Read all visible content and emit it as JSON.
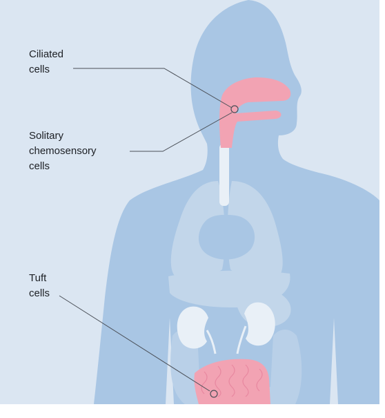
{
  "labels": {
    "ciliated": [
      "Ciliated",
      "cells"
    ],
    "solitary": [
      "Solitary",
      "chemosensory",
      "cells"
    ],
    "tuft": [
      "Tuft",
      "cells"
    ]
  },
  "colors": {
    "background": "#dbe6f2",
    "body": "#a9c6e4",
    "organ": "#c2d6ea",
    "kidney": "#e9f0f7",
    "highlight": "#f2a3b3",
    "leader_line": "#4a4f57"
  }
}
